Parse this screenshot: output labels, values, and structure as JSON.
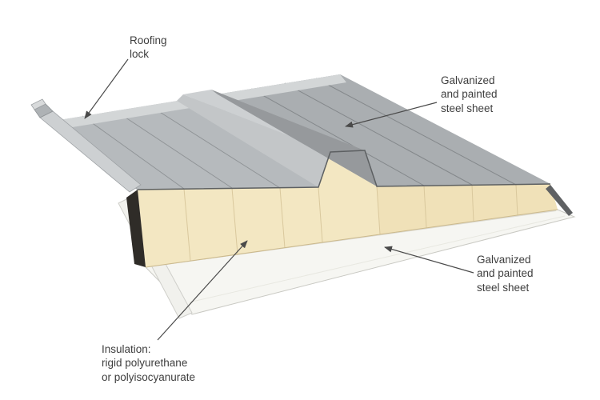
{
  "figure": {
    "labels": {
      "roofing_lock": "Roofing\nlock",
      "steel_sheet_top": "Galvanized\nand painted\nsteel sheet",
      "steel_sheet_bottom": "Galvanized\nand painted\nsteel sheet",
      "insulation": "Insulation:\nrigid polyurethane\nor polyisocyanurate"
    },
    "colors": {
      "steel_gray": "#b6babd",
      "steel_gray_dark": "#aaaeb1",
      "steel_highlight": "#d3d6d7",
      "insulation_cream": "#f3e7c2",
      "insulation_joint": "#d9c89d",
      "bottom_sheet_white": "#f6f6f2",
      "panel_end_shadow": "#2f2c28",
      "leader_line": "#4a4a4a",
      "label_text": "#3e3e3e",
      "background": "#ffffff"
    }
  }
}
